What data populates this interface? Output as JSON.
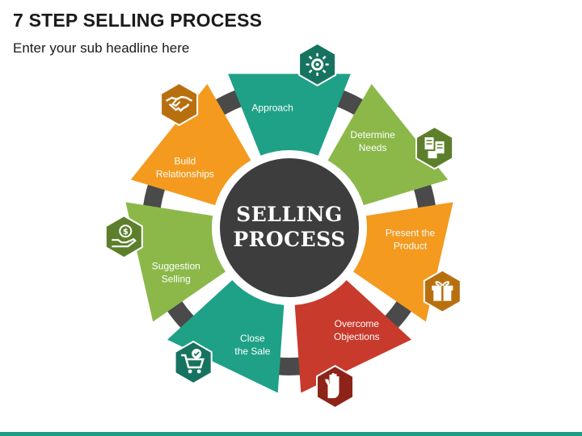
{
  "title": "7 STEP SELLING PROCESS",
  "subtitle": "Enter your sub headline here",
  "center": {
    "line1": "SELLING",
    "line2": "PROCESS"
  },
  "steps": [
    {
      "line1": "Approach",
      "line2": "",
      "color": "#1fa187",
      "dark": "#16735f",
      "icon": "gear-network-icon"
    },
    {
      "line1": "Determine",
      "line2": "Needs",
      "color": "#8cb84a",
      "dark": "#5d7f2c",
      "icon": "documents-icon"
    },
    {
      "line1": "Present the",
      "line2": "Product",
      "color": "#f39a1f",
      "dark": "#b8700f",
      "icon": "gift-box-icon"
    },
    {
      "line1": "Overcome",
      "line2": "Objections",
      "color": "#c83a2c",
      "dark": "#8e2419",
      "icon": "hand-stop-icon"
    },
    {
      "line1": "Close",
      "line2": "the Sale",
      "color": "#1fa187",
      "dark": "#16735f",
      "icon": "cart-check-icon"
    },
    {
      "line1": "Suggestion",
      "line2": "Selling",
      "color": "#8cb84a",
      "dark": "#5d7f2c",
      "icon": "hand-dollar-icon"
    },
    {
      "line1": "Build",
      "line2": "Relationships",
      "color": "#f39a1f",
      "dark": "#b8700f",
      "icon": "handshake-icon"
    }
  ],
  "colors": {
    "ring": "#4a4a4a",
    "center": "#3d3d3d",
    "footer": "#1f9c84"
  }
}
